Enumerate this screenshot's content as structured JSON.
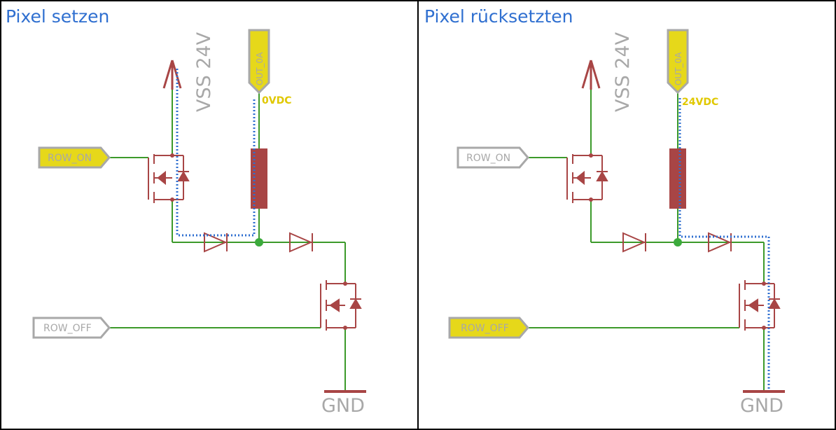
{
  "panels": [
    {
      "title": "Pixel setzen",
      "supply_label": "VSS 24V",
      "output_label": "OUT_0A",
      "output_voltage": "0VDC",
      "row_on_label": "ROW_ON",
      "row_off_label": "ROW_OFF",
      "ground_label": "GND",
      "row_on_active": true,
      "row_off_active": false,
      "current_path": "high-side"
    },
    {
      "title": "Pixel rücksetzten",
      "supply_label": "VSS 24V",
      "output_label": "OUT_0A",
      "output_voltage": "24VDC",
      "row_on_label": "ROW_ON",
      "row_off_label": "ROW_OFF",
      "ground_label": "GND",
      "row_on_active": false,
      "row_off_active": true,
      "current_path": "low-side"
    }
  ],
  "colors": {
    "title": "#2f6fd0",
    "wire": "#3c9a2a",
    "component": "#a84545",
    "active_flag": "#e6d81a",
    "inactive_flag": "#a8a8a8",
    "current_path": "#2f6fd0",
    "voltage_text": "#e0c800",
    "gray_text": "#a8a8a8"
  }
}
